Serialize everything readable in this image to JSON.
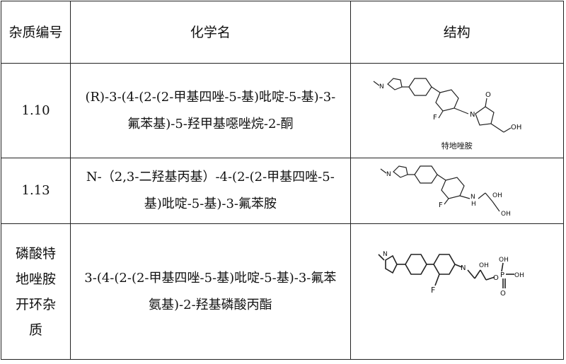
{
  "headers": {
    "id": "杂质编号",
    "name": "化学名",
    "structure": "结构"
  },
  "rows": [
    {
      "id": "1.10",
      "name": "(R)-3-(4-(2-(2-甲基四唑-5-基)吡啶-5-基)-3-氟苯基)-5-羟甲基噁唑烷-2-酮",
      "structure_caption": "特地唑胺",
      "structure_icon": "tedizolid-structure"
    },
    {
      "id": "1.13",
      "name": "N-（2,3-二羟基丙基）-4-(2-(2-甲基四唑-5-基)吡啶-5-基)-3-氟苯胺",
      "structure_icon": "dihydroxypropyl-aniline-structure"
    },
    {
      "id": "磷酸特地唑胺开环杂质",
      "name": "3-(4-(2-(2-甲基四唑-5-基)吡啶-5-基)-3-氟苯氨基)-2-羟基磷酸丙酯",
      "structure_icon": "phosphate-ring-opened-structure"
    }
  ],
  "atom_labels": {
    "N": "N",
    "F": "F",
    "O": "O",
    "OH": "OH",
    "H": "H",
    "P": "P"
  }
}
